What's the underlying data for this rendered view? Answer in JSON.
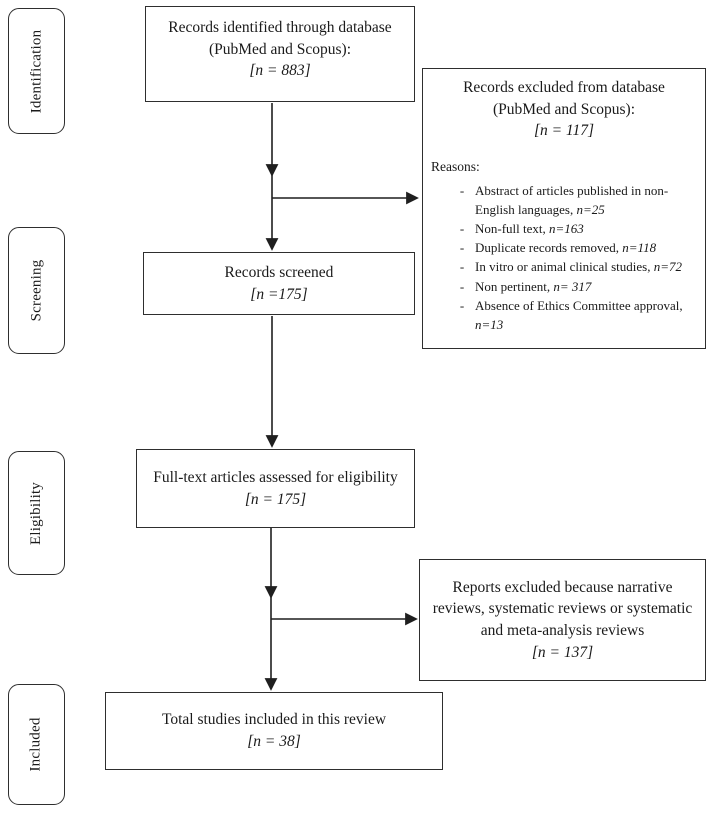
{
  "colors": {
    "background": "#ffffff",
    "ink": "#1f1f1f",
    "border": "#2e2e2e"
  },
  "stages": {
    "identification": "Identification",
    "screening": "Screening",
    "eligibility": "Eligibility",
    "included": "Included"
  },
  "boxes": {
    "identified": {
      "title": "Records identified through database (PubMed and Scopus):",
      "count": "[n = 883]"
    },
    "excluded_database": {
      "title": "Records excluded from database (PubMed and Scopus):",
      "count": "[n = 117]",
      "reasons_heading": "Reasons:",
      "reasons": [
        {
          "text": "Abstract of articles published in non-English languages,",
          "count": "n=25"
        },
        {
          "text": "Non-full text,",
          "count": "n=163"
        },
        {
          "text": "Duplicate records removed,",
          "count": "n=118"
        },
        {
          "text": "In vitro or animal clinical studies,",
          "count": "n=72"
        },
        {
          "text": "Non pertinent,",
          "count": "n= 317"
        },
        {
          "text": "Absence of Ethics Committee approval,",
          "count": "n=13"
        }
      ]
    },
    "screened": {
      "title": "Records screened",
      "count": "[n =175]"
    },
    "full_text": {
      "title": "Full-text articles assessed for eligibility",
      "count": "[n = 175]"
    },
    "excluded_reports": {
      "title": "Reports excluded because narrative reviews, systematic reviews or systematic and meta-analysis reviews",
      "count": "[n = 137]"
    },
    "total_included": {
      "title": "Total studies included in this review",
      "count": "[n = 38]"
    }
  }
}
